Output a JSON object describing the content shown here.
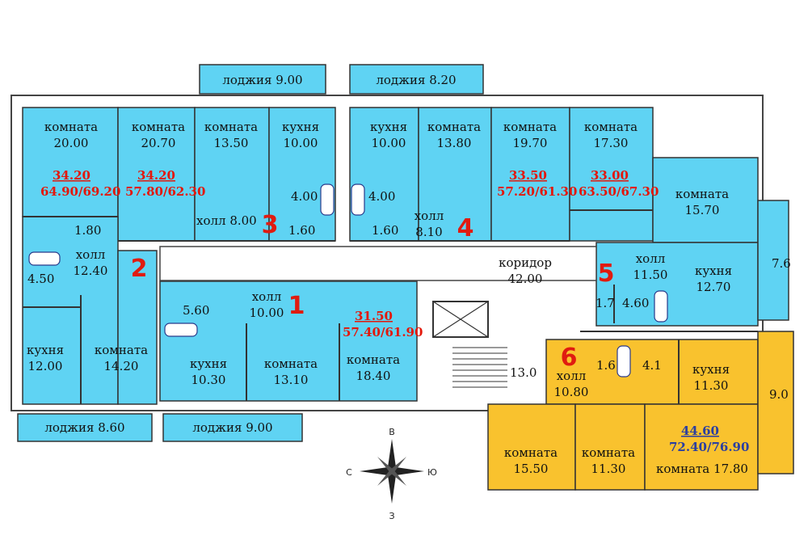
{
  "colors": {
    "apartment_blue": "#5fd3f3",
    "apartment_yellow": "#f9c22e",
    "accent_red": "#e3170a",
    "accent_blue": "#2b3fa0"
  },
  "apartments": [
    {
      "number": "1",
      "living_area": "31.50",
      "total_area": "57.40/61.90"
    },
    {
      "number": "2",
      "living_area": "34.20",
      "total_area": "64.90/69.20"
    },
    {
      "number": "3",
      "living_area": "34.20",
      "total_area": "57.80/62.30"
    },
    {
      "number": "4",
      "living_area": "33.50",
      "total_area": "57.20/61.30"
    },
    {
      "number": "5",
      "living_area": "33.00",
      "total_area": "63.50/67.30"
    },
    {
      "number": "6",
      "living_area": "44.60",
      "total_area": "72.40/76.90"
    }
  ],
  "rooms": [
    {
      "name": "комната",
      "area": "20.00"
    },
    {
      "name": "комната",
      "area": "20.70"
    },
    {
      "name": "комната",
      "area": "13.50"
    },
    {
      "name": "кухня",
      "area": "10.00"
    },
    {
      "name": "кухня",
      "area": "10.00"
    },
    {
      "name": "комната",
      "area": "13.80"
    },
    {
      "name": "комната",
      "area": "19.70"
    },
    {
      "name": "комната",
      "area": "17.30"
    },
    {
      "name": "комната",
      "area": "15.70"
    },
    {
      "name": "холл",
      "area": "12.40"
    },
    {
      "name": "кухня",
      "area": "12.00"
    },
    {
      "name": "комната",
      "area": "14.20"
    },
    {
      "name": "кухня",
      "area": "10.30"
    },
    {
      "name": "комната",
      "area": "13.10"
    },
    {
      "name": "комната",
      "area": "18.40"
    },
    {
      "name": "холл",
      "area": "10.00"
    },
    {
      "name": "холл",
      "area": "8.10"
    },
    {
      "name": "коридор",
      "area": "42.00"
    },
    {
      "name": "холл",
      "area": "11.50"
    },
    {
      "name": "кухня",
      "area": "12.70"
    },
    {
      "name": "холл",
      "area": "10.80"
    },
    {
      "name": "кухня",
      "area": "11.30"
    },
    {
      "name": "комната",
      "area": "15.50"
    },
    {
      "name": "комната",
      "area": "11.30"
    }
  ],
  "inline_labels": {
    "hall3": "холл  8.00",
    "room17": "комната 17.80",
    "loggia1": "лоджия 9.00",
    "loggia2": "лоджия  8.20",
    "loggia3": "лоджия 8.60",
    "loggia4": "лоджия 9.00"
  },
  "small_areas": {
    "a1_80": "1.80",
    "a4_50": "4.50",
    "a5_60": "5.60",
    "a4_00l": "4.00",
    "a4_00r": "4.00",
    "a1_60l": "1.60",
    "a1_60r": "1.60",
    "a4_60": "4.60",
    "a1_7": "1.7",
    "a1_6": "1.6",
    "a4_1": "4.1",
    "a7_6": "7.6",
    "a9_0": "9.0",
    "a13_0": "13.0"
  },
  "compass": {
    "north": "В",
    "south": "З",
    "west": "С",
    "east": "Ю"
  }
}
